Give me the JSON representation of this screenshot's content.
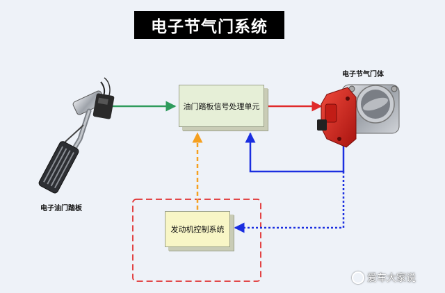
{
  "title": "电子节气门系统",
  "nodes": {
    "pedal_unit": "油门踏板信号处理单元",
    "ecu": "发动机控制系统",
    "pedal_label": "电子油门踏板",
    "throttle_label": "电子节气门体"
  },
  "watermark": "爱车大家说",
  "colors": {
    "pedal_to_unit": "#2e9b5c",
    "unit_to_throttle": "#e02a2a",
    "feedback": "#1a2ee0",
    "ecu_to_unit": "#f5a020",
    "ecu_border": "#e03030"
  },
  "icons": [
    "accelerator-pedal-icon",
    "throttle-body-icon",
    "watermark-logo-icon"
  ]
}
